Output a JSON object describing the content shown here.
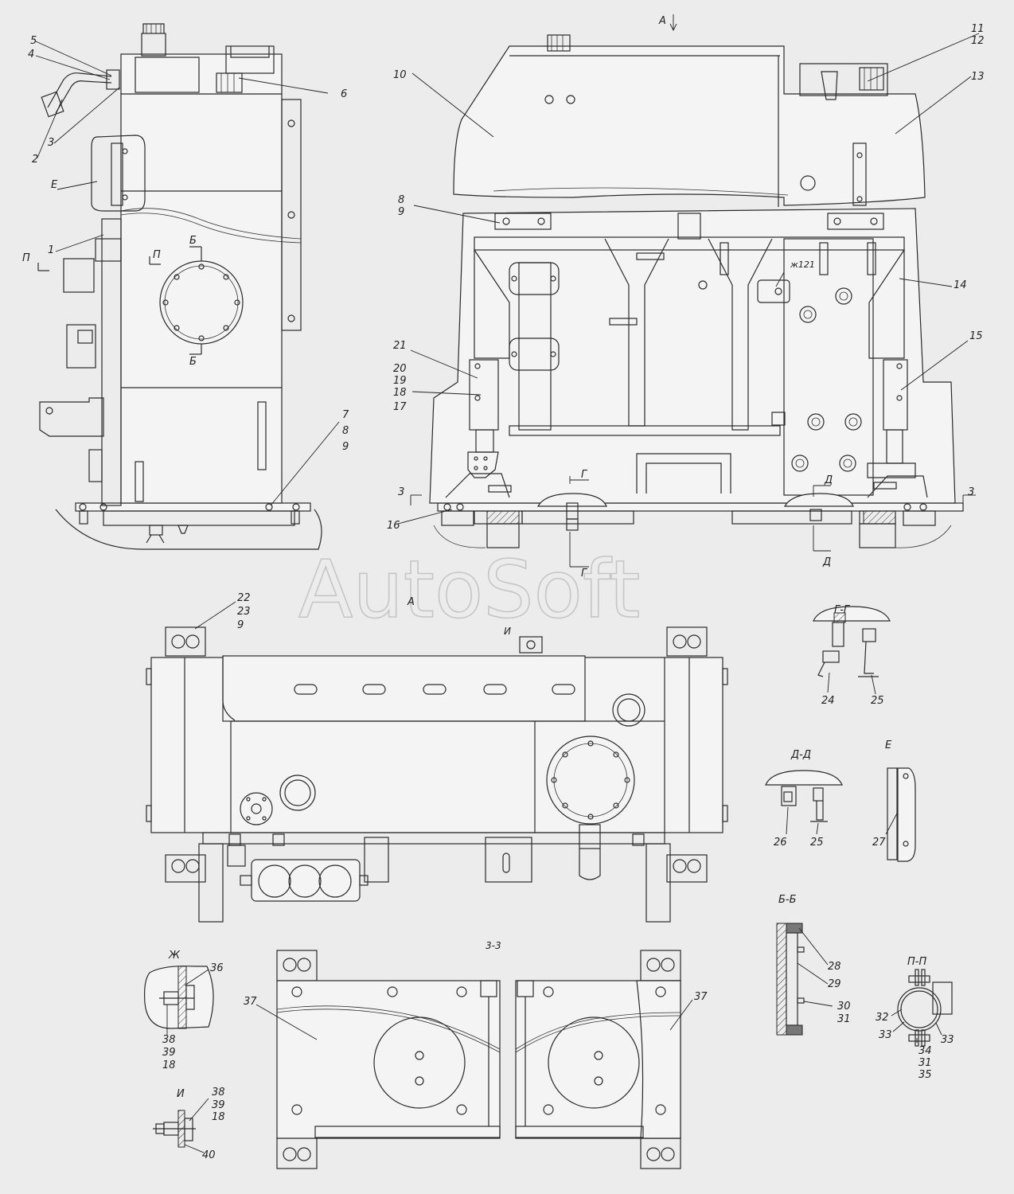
{
  "watermark": "AutoSoft",
  "views": {
    "view_a": "А",
    "section_b": "Б-Б",
    "section_g": "Г-Г",
    "section_d": "Д-Д",
    "view_e": "Е",
    "view_zh": "Ж",
    "view_i": "И",
    "section_p": "П-П",
    "section_z": "3-3"
  },
  "marks": {
    "b": "Б",
    "g": "Г",
    "d": "Д",
    "p": "П",
    "e": "Е",
    "z": "3",
    "i": "И",
    "zh121": "ж121"
  },
  "callouts": [
    "1",
    "2",
    "3",
    "4",
    "5",
    "6",
    "7",
    "8",
    "9",
    "10",
    "11",
    "12",
    "13",
    "14",
    "15",
    "16",
    "17",
    "18",
    "19",
    "20",
    "21",
    "22",
    "23",
    "24",
    "25",
    "26",
    "27",
    "28",
    "29",
    "30",
    "31",
    "32",
    "33",
    "34",
    "35",
    "36",
    "37",
    "38",
    "39",
    "40"
  ]
}
